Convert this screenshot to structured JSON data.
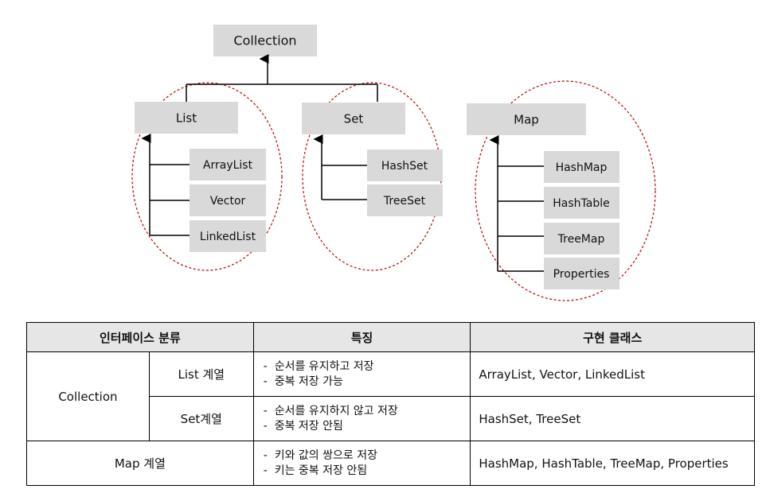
{
  "diagram": {
    "root": "Collection",
    "groups": [
      {
        "label": "List",
        "children": [
          "ArrayList",
          "Vector",
          "LinkedList"
        ]
      },
      {
        "label": "Set",
        "children": [
          "HashSet",
          "TreeSet"
        ]
      },
      {
        "label": "Map",
        "children": [
          "HashMap",
          "HashTable",
          "TreeMap",
          "Properties"
        ]
      }
    ]
  },
  "table": {
    "headers": [
      "인터페이스 분류",
      "특징",
      "구현 클래스"
    ],
    "rows": [
      {
        "category": "Collection",
        "sub": "List 계열",
        "features": [
          "순서를 유지하고 저장",
          "중복 저장 가능"
        ],
        "classes": "ArrayList, Vector, LinkedList"
      },
      {
        "category": "Collection",
        "sub": "Set계열",
        "features": [
          "순서를 유지하지 않고 저장",
          "중복 저장 안됨"
        ],
        "classes": "HashSet, TreeSet"
      },
      {
        "category": "Map 계열",
        "sub": "",
        "features": [
          "키와 값의 쌍으로 저장",
          "키는 중복 저장 안됨"
        ],
        "classes": "HashMap, HashTable, TreeMap, Properties"
      }
    ]
  }
}
